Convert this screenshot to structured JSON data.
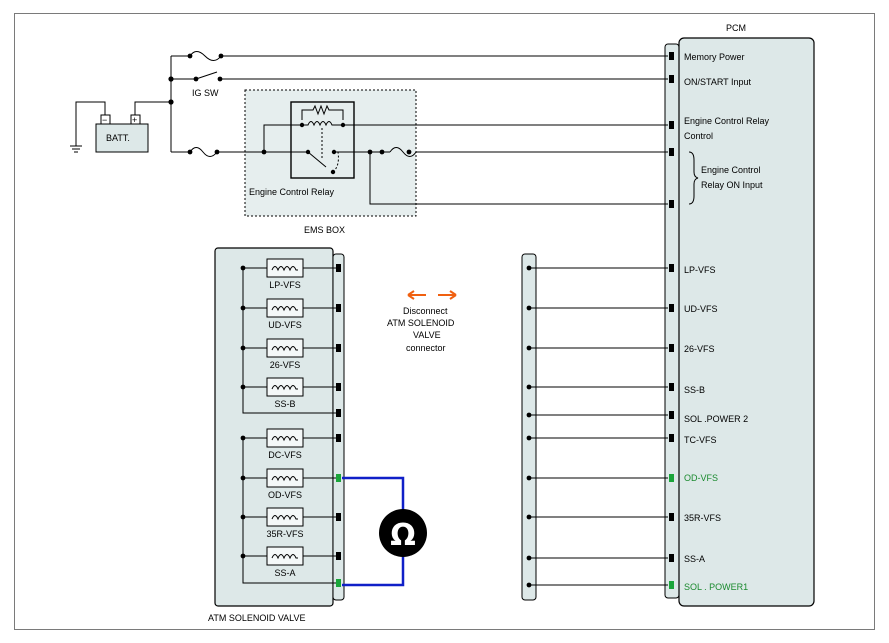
{
  "pcm": {
    "title": "PCM",
    "pins": {
      "memory_power": "Memory Power",
      "on_start": "ON/START Input",
      "ecr_control_1": "Engine Control Relay",
      "ecr_control_2": "Control",
      "ecr_on_1": "Engine Control",
      "ecr_on_2": "Relay ON Input",
      "lp_vfs": "LP-VFS",
      "ud_vfs": "UD-VFS",
      "vfs26": "26-VFS",
      "ss_b": "SS-B",
      "sol_power2": "SOL .POWER 2",
      "tc_vfs": "TC-VFS",
      "od_vfs": "OD-VFS",
      "r35_vfs": "35R-VFS",
      "ss_a": "SS-A",
      "sol_power1": "SOL . POWER1"
    }
  },
  "power": {
    "battery": "BATT.",
    "ig_sw": "IG SW",
    "relay": "Engine Control Relay",
    "ems_box": "EMS BOX",
    "plus": "+",
    "minus": "−"
  },
  "atm": {
    "title": "ATM SOLENOID VALVE",
    "solenoids": [
      "LP-VFS",
      "UD-VFS",
      "26-VFS",
      "SS-B",
      "DC-VFS",
      "OD-VFS",
      "35R-VFS",
      "SS-A"
    ]
  },
  "annotation": {
    "line1": "Disconnect",
    "line2": "ATM SOLENOID",
    "line3": "VALVE",
    "line4": "connector"
  },
  "meter": {
    "symbol": "Ω"
  },
  "colors": {
    "panel": "#dde8e8",
    "measure_wire": "#1020c8",
    "arrow": "#f06010",
    "green_pin": "#1aa53a"
  }
}
